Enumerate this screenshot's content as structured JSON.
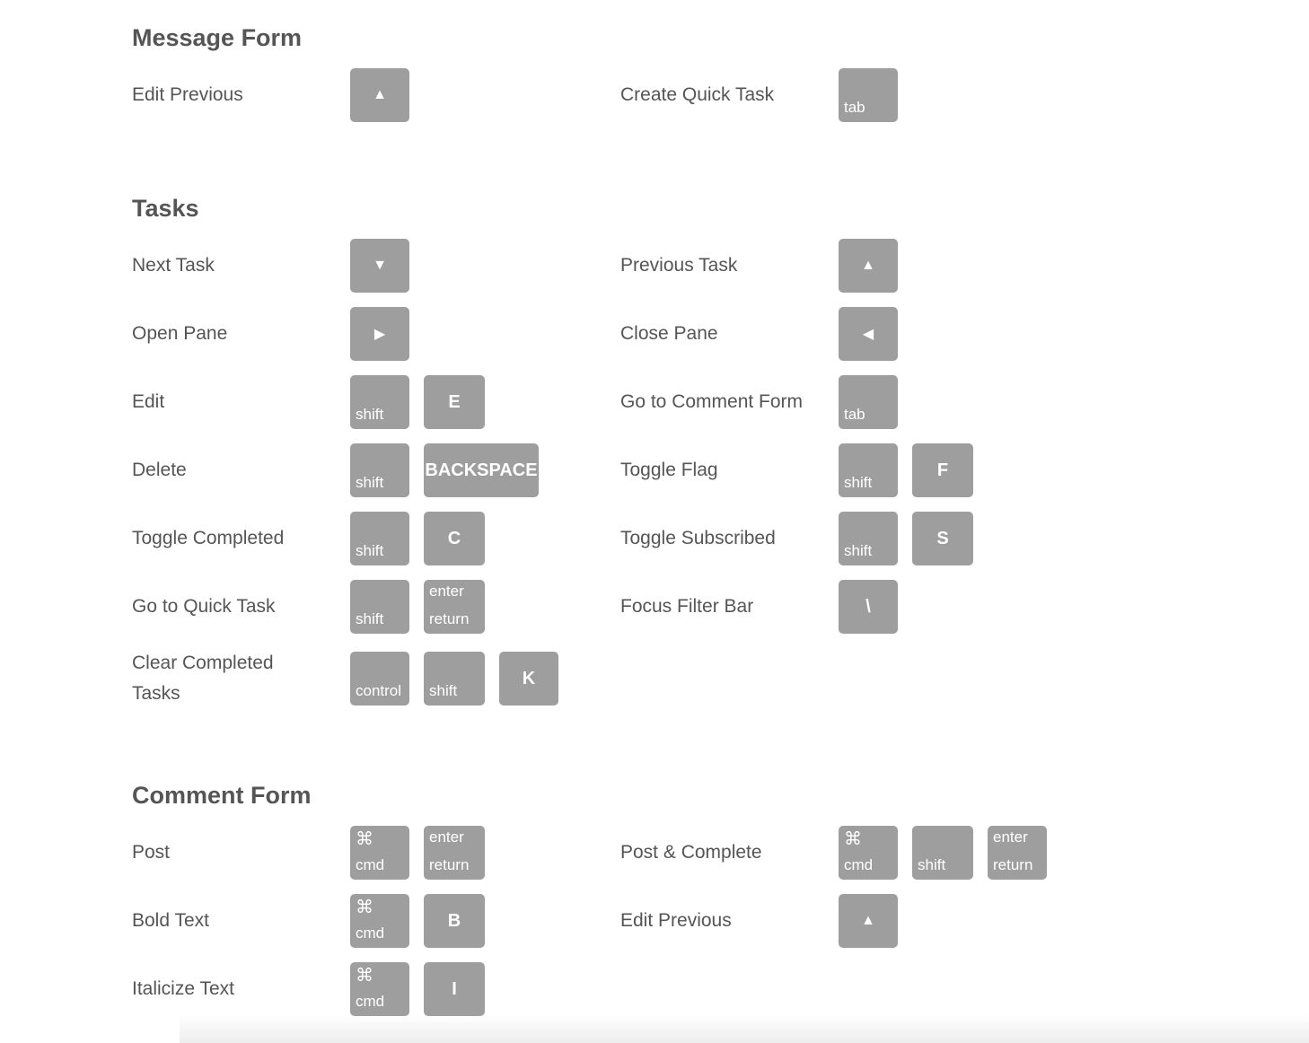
{
  "sections": {
    "message_form": {
      "title": "Message Form",
      "rows": [
        {
          "label": "Edit Previous",
          "keys": [
            {
              "center": "▲"
            }
          ]
        },
        {
          "label": "Create Quick Task",
          "keys": [
            {
              "bottom": "tab"
            }
          ]
        }
      ]
    },
    "tasks": {
      "title": "Tasks",
      "rows": [
        {
          "label": "Next Task",
          "keys": [
            {
              "center": "▼"
            }
          ]
        },
        {
          "label": "Previous Task",
          "keys": [
            {
              "center": "▲"
            }
          ]
        },
        {
          "label": "Open Pane",
          "keys": [
            {
              "center": "▶"
            }
          ]
        },
        {
          "label": "Close Pane",
          "keys": [
            {
              "center": "◀"
            }
          ]
        },
        {
          "label": "Edit",
          "keys": [
            {
              "bottom": "shift"
            },
            {
              "center": "E"
            }
          ]
        },
        {
          "label": "Go to Comment Form",
          "keys": [
            {
              "bottom": "tab"
            }
          ]
        },
        {
          "label": "Delete",
          "keys": [
            {
              "bottom": "shift"
            },
            {
              "center": "BACKSPACE"
            }
          ]
        },
        {
          "label": "Toggle Flag",
          "keys": [
            {
              "bottom": "shift"
            },
            {
              "center": "F"
            }
          ]
        },
        {
          "label": "Toggle Completed",
          "keys": [
            {
              "bottom": "shift"
            },
            {
              "center": "C"
            }
          ]
        },
        {
          "label": "Toggle Subscribed",
          "keys": [
            {
              "bottom": "shift"
            },
            {
              "center": "S"
            }
          ]
        },
        {
          "label": "Go to Quick Task",
          "keys": [
            {
              "bottom": "shift"
            },
            {
              "top": "enter",
              "bottom": "return"
            }
          ]
        },
        {
          "label": "Focus Filter Bar",
          "keys": [
            {
              "center": "\\"
            }
          ]
        },
        {
          "label": "Clear Completed Tasks",
          "keys": [
            {
              "bottom": "control"
            },
            {
              "bottom": "shift"
            },
            {
              "center": "K"
            }
          ]
        }
      ]
    },
    "comment_form": {
      "title": "Comment Form",
      "rows": [
        {
          "label": "Post",
          "keys": [
            {
              "top": "⌘",
              "bottom": "cmd"
            },
            {
              "top": "enter",
              "bottom": "return"
            }
          ]
        },
        {
          "label": "Post & Complete",
          "keys": [
            {
              "top": "⌘",
              "bottom": "cmd"
            },
            {
              "bottom": "shift"
            },
            {
              "top": "enter",
              "bottom": "return"
            }
          ]
        },
        {
          "label": "Bold Text",
          "keys": [
            {
              "top": "⌘",
              "bottom": "cmd"
            },
            {
              "center": "B"
            }
          ]
        },
        {
          "label": "Edit Previous",
          "keys": [
            {
              "center": "▲"
            }
          ]
        },
        {
          "label": "Italicize Text",
          "keys": [
            {
              "top": "⌘",
              "bottom": "cmd"
            },
            {
              "center": "I"
            }
          ]
        }
      ]
    }
  }
}
